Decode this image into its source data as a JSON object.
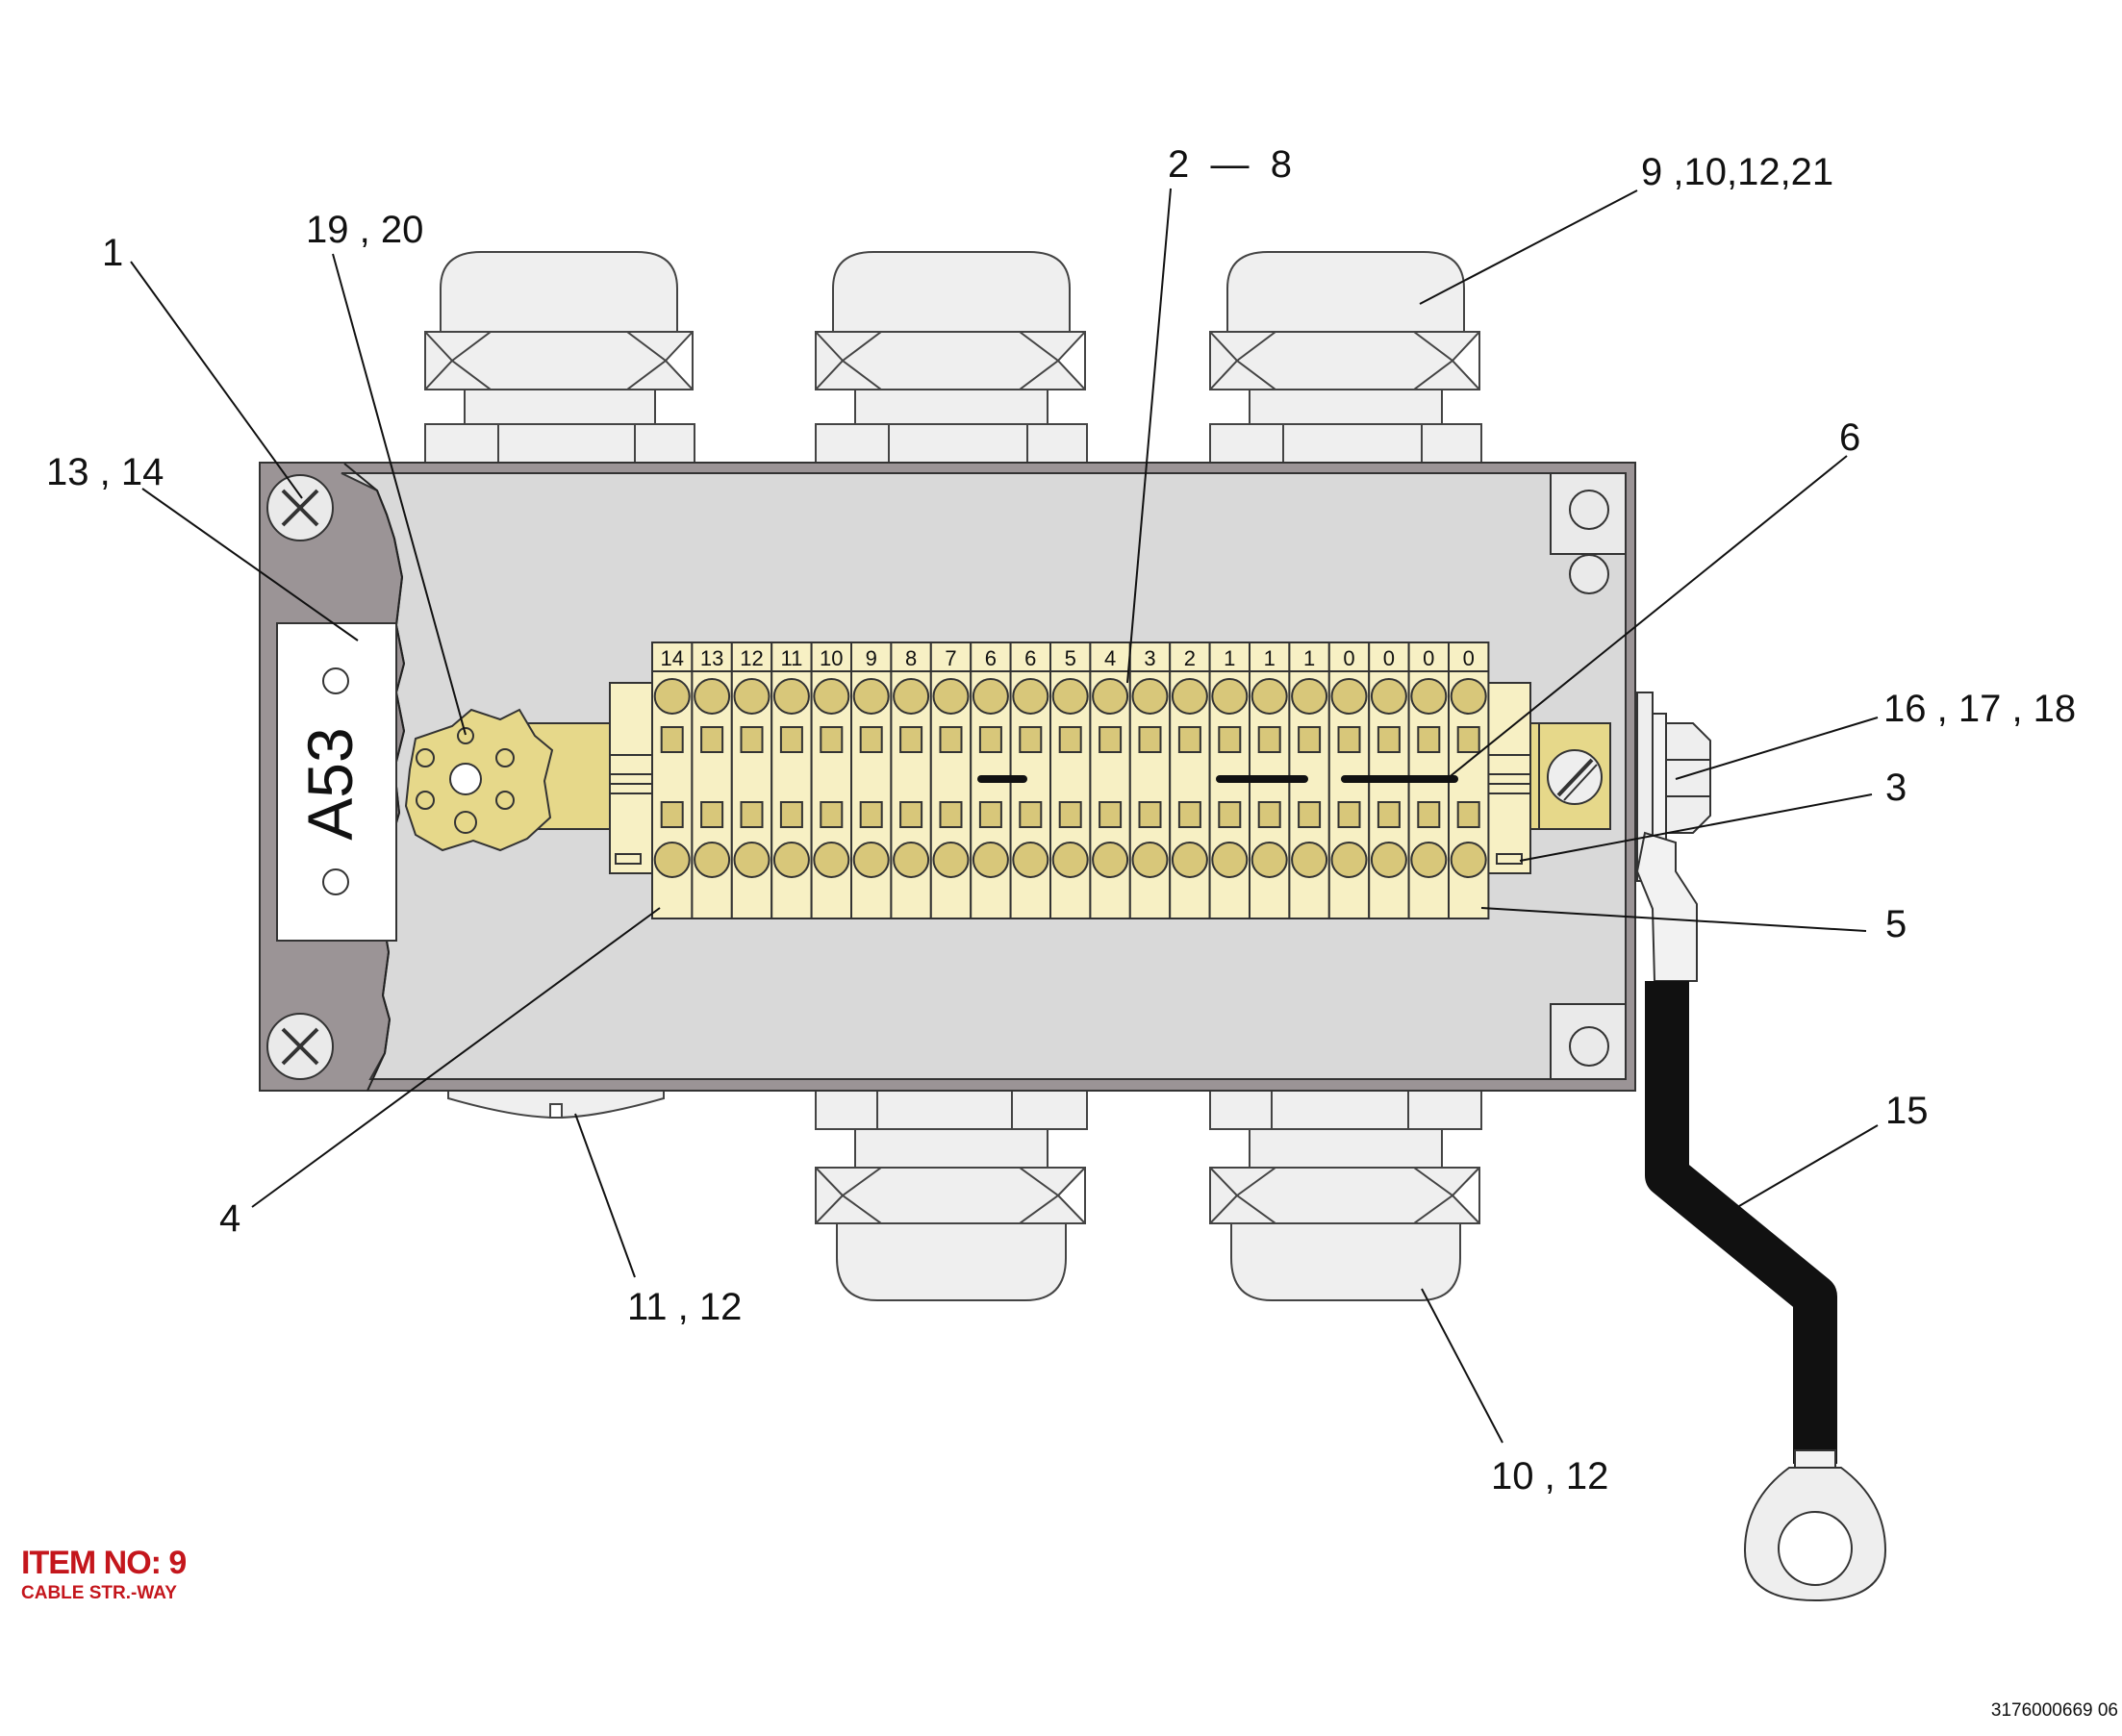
{
  "labels": {
    "c1": "1",
    "c19_20": "19 , 20",
    "c2_8": "2  —  8",
    "c9_10_12_21": "9 ,10,12,21",
    "c13_14": "13 , 14",
    "c6": "6",
    "c16_17_18": "16 , 17 , 18",
    "c3": "3",
    "c5": "5",
    "c15": "15",
    "c4": "4",
    "c11_12": "11 , 12",
    "c10_12": "10 , 12"
  },
  "tag": "A53",
  "terminal_numbers": [
    "14",
    "13",
    "12",
    "11",
    "10",
    "9",
    "8",
    "7",
    "6",
    "6",
    "5",
    "4",
    "3",
    "2",
    "1",
    "1",
    "1",
    "0",
    "0",
    "0",
    "0"
  ],
  "item": {
    "title": "ITEM NO: 9",
    "subtitle": "CABLE STR.-WAY"
  },
  "document_number": "3176000669 06",
  "colors": {
    "enclosure_gray": "#d9d9d9",
    "frame_gray": "#9b9496",
    "terminal_cream": "#f7f0c4",
    "screw_tan": "#d8c77a",
    "ground_brass": "#e6d88a",
    "title_red": "#c4161c",
    "cable_black": "#111111"
  }
}
